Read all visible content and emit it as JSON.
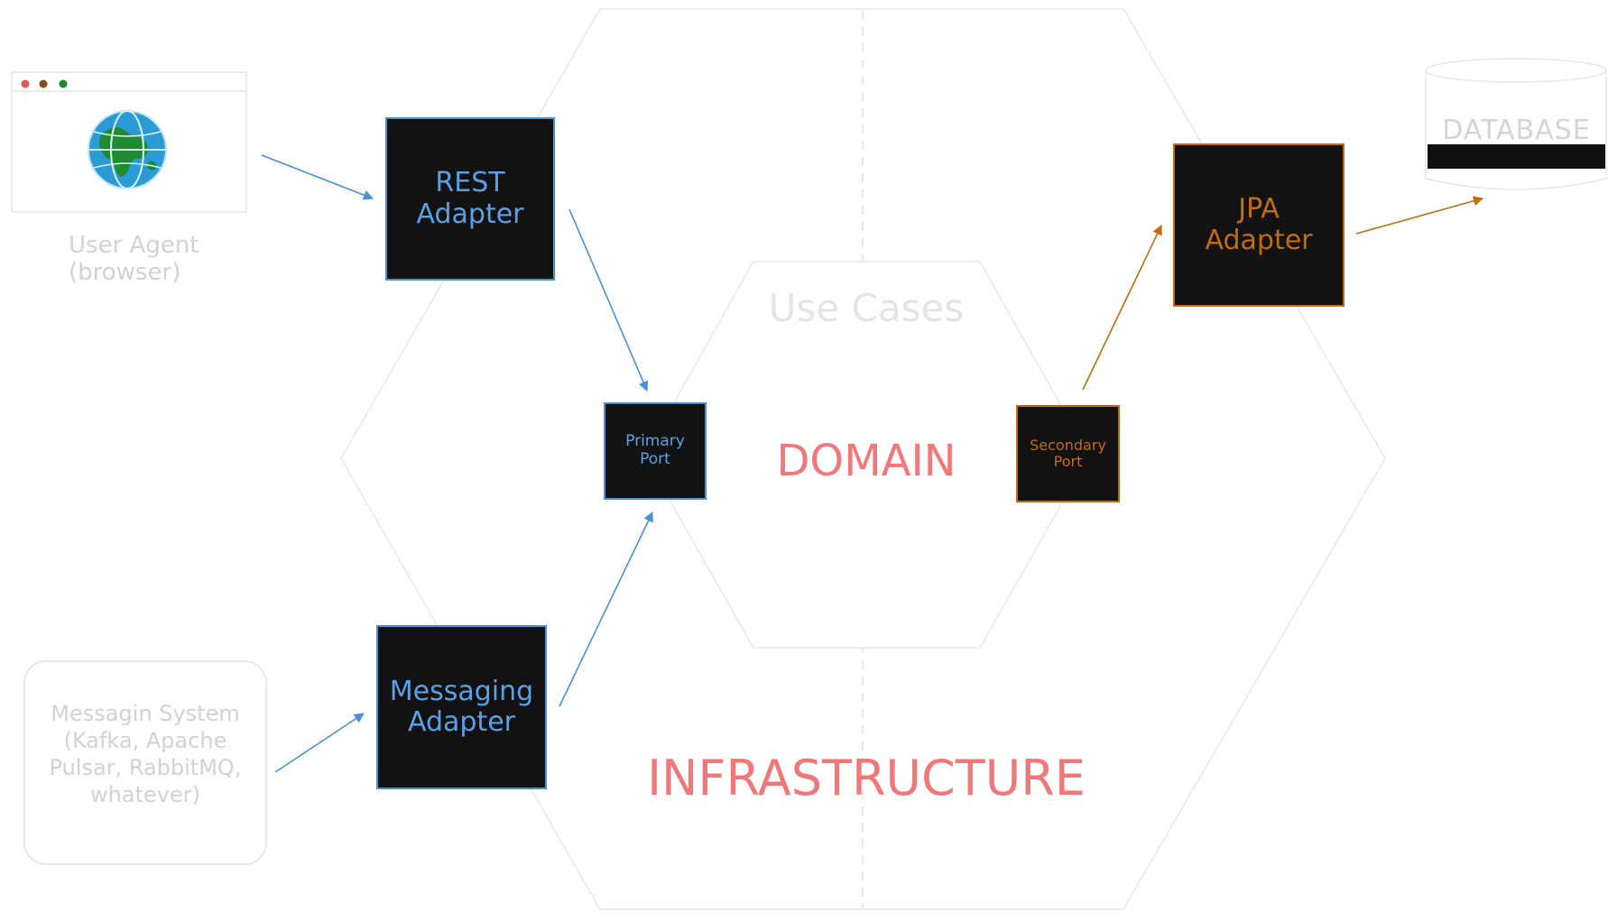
{
  "colors": {
    "blue": "#4a90d9",
    "orange": "#c46b0a",
    "pink": "#f07878",
    "faint": "#d6d6d6",
    "box_fill": "#121212"
  },
  "user_agent": {
    "label": "User Agent\n(browser)",
    "icon": "globe-icon"
  },
  "messaging_system": {
    "label": "Messagin System\n(Kafka, Apache\nPulsar, RabbitMQ,\nwhatever)"
  },
  "adapters": {
    "rest": "REST\nAdapter",
    "messaging": "Messaging\nAdapter",
    "jpa": "JPA\nAdapter"
  },
  "ports": {
    "primary": "Primary\nPort",
    "secondary": "Secondary\nPort"
  },
  "layers": {
    "use_cases": "Use Cases",
    "domain": "DOMAIN",
    "infrastructure": "INFRASTRUCTURE"
  },
  "database": {
    "label": "DATABASE",
    "icon": "database-icon"
  }
}
